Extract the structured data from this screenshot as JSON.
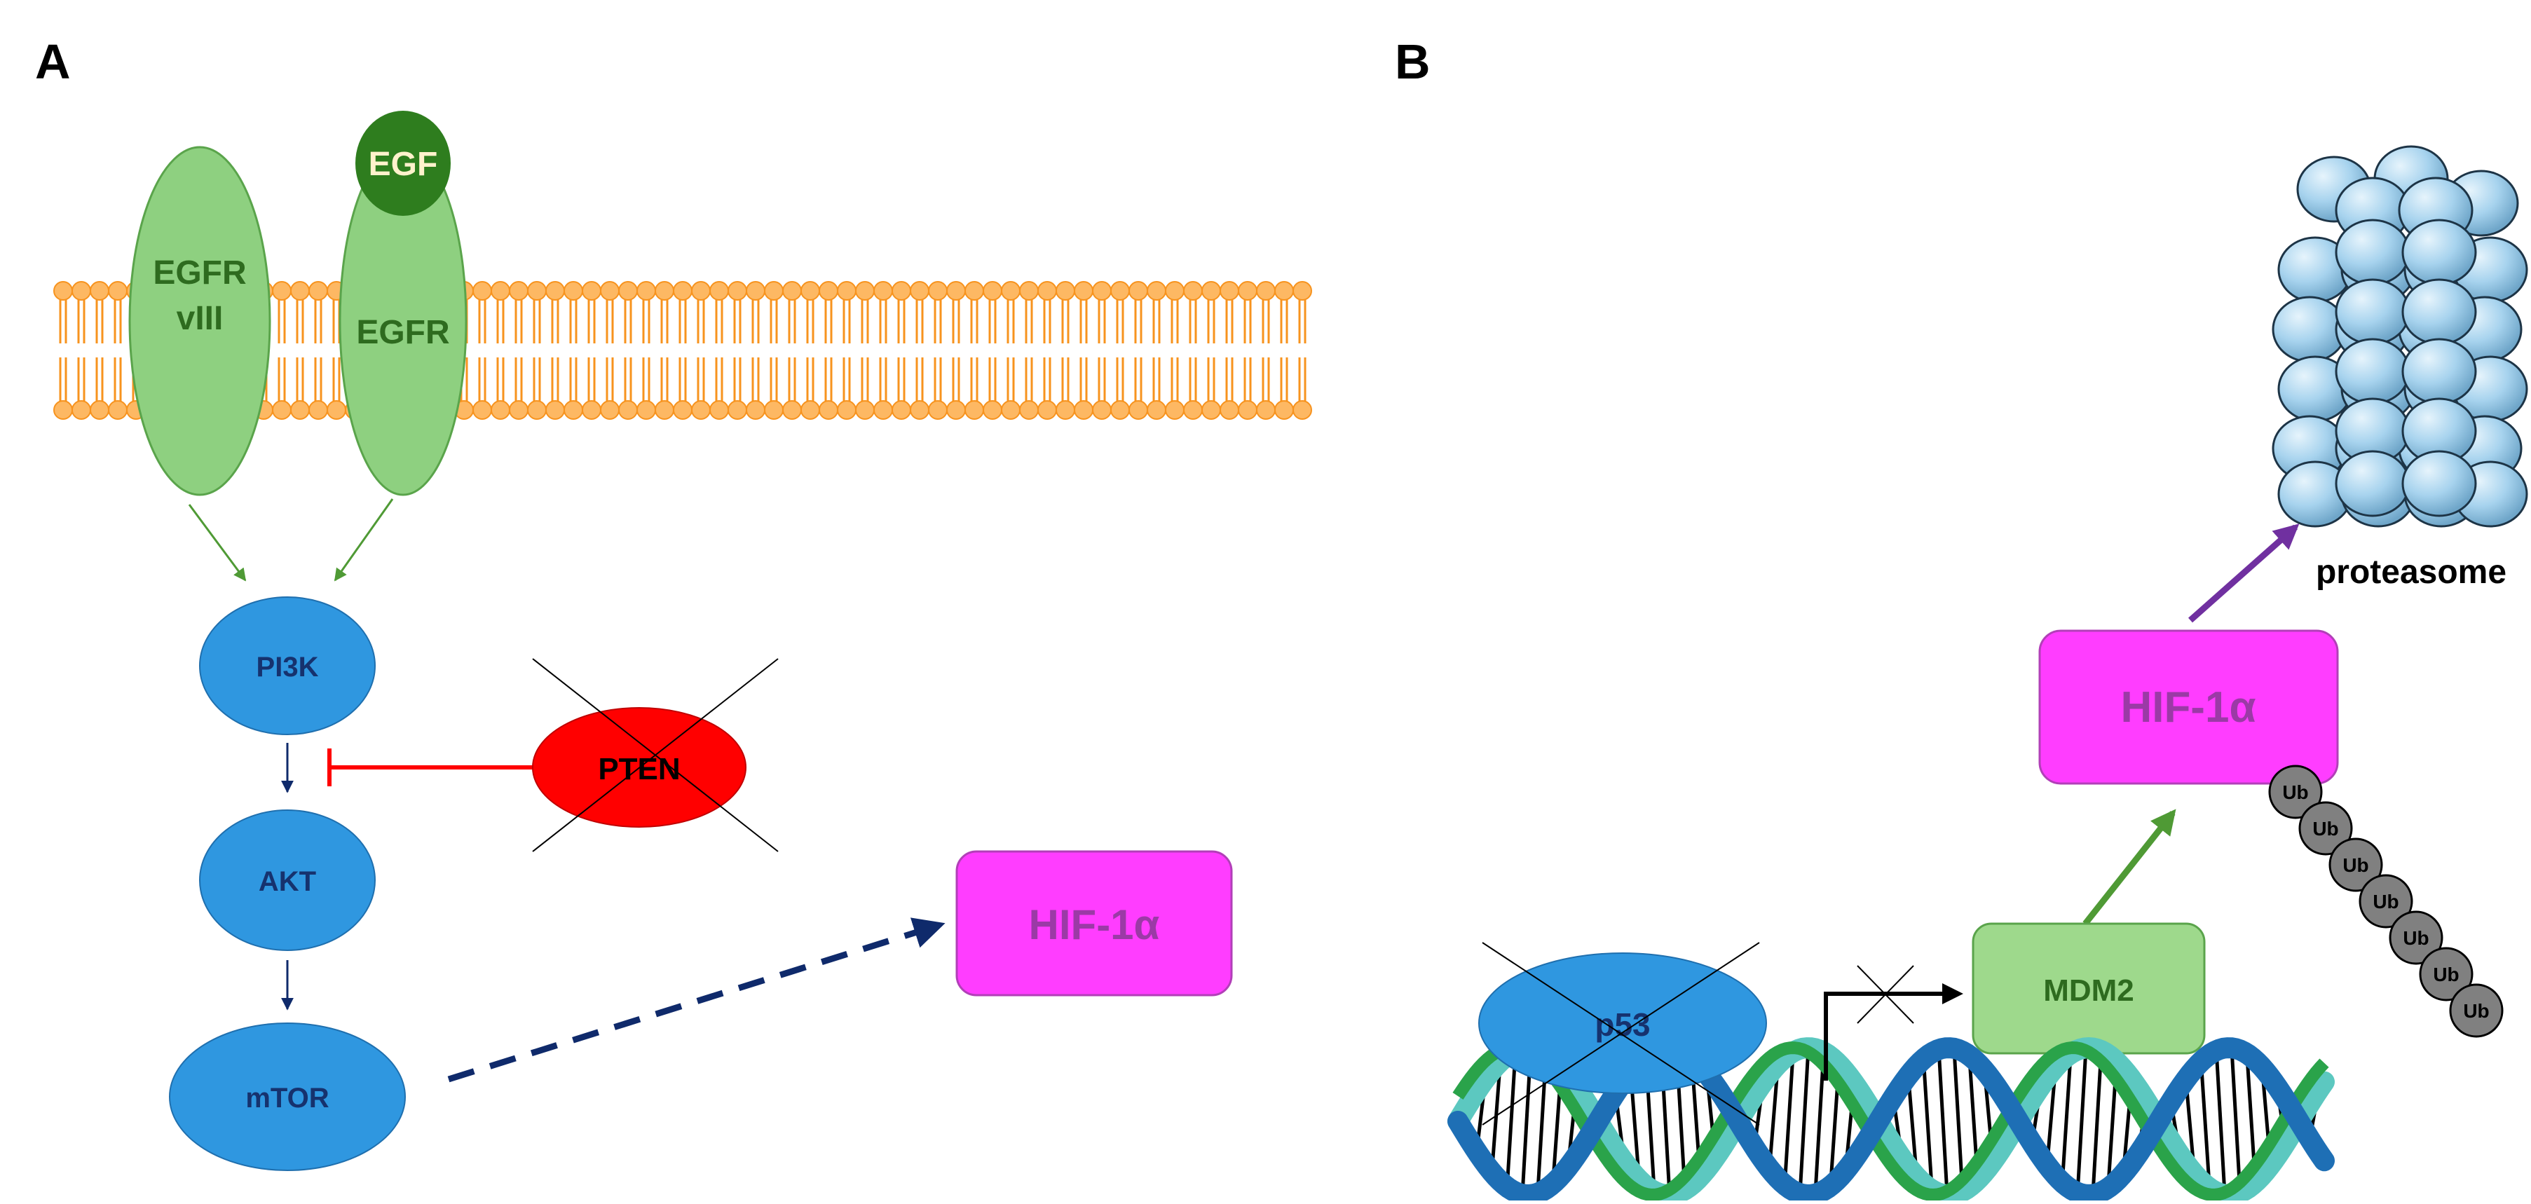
{
  "panels": {
    "a": {
      "label": "A",
      "receptors": {
        "egfrviii_line1": "EGFR",
        "egfrviii_line2": "vIII",
        "egfr": "EGFR",
        "egf": "EGF"
      },
      "nodes": {
        "pi3k": "PI3K",
        "akt": "AKT",
        "mtor": "mTOR",
        "pten": "PTEN",
        "hif": "HIF-1α"
      }
    },
    "b": {
      "label": "B",
      "nodes": {
        "p53": "p53",
        "mdm2": "MDM2",
        "hif": "HIF-1α",
        "proteasome": "proteasome"
      },
      "ubiquitin_label": "Ub",
      "ubiquitin_count": 7
    }
  },
  "colors": {
    "membrane": "#f7931e",
    "membrane_light": "#fdb863",
    "receptor_fill": "#8ed080",
    "receptor_text": "#2e6b1f",
    "egf_fill": "#2e7d1e",
    "egf_text": "#fff2cc",
    "node_fill": "#2f97e0",
    "node_text": "#16326e",
    "pten_fill": "#ff0000",
    "hif_fill": "#ff3dff",
    "hif_text": "#9b3aa6",
    "mdm2_fill": "#9ed98c",
    "mdm2_text": "#2e6b1f",
    "proteasome_fill": "#a7d3ee",
    "ubiquitin_fill": "#808080",
    "green_arrow": "#4f9a35",
    "navy_arrow": "#0f2a6b",
    "red_inhibit": "#ff0000",
    "purple_arrow": "#7030a0",
    "dna_dark": "#1e6fb5",
    "dna_light": "#5cc8c0",
    "dna_green": "#2aa34a"
  }
}
